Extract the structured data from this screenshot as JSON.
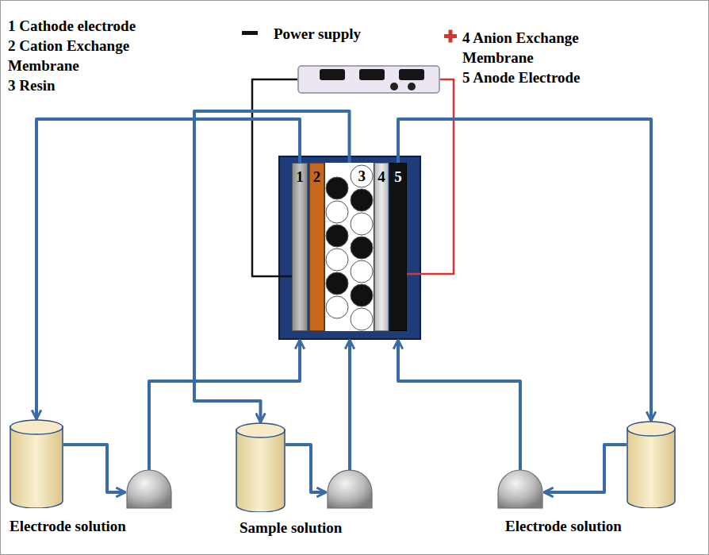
{
  "diagram": {
    "nodes": [
      {
        "text": [
          "Power supply"
        ]
      },
      {
        "text": [
          "1"
        ]
      },
      {
        "text": [
          "2"
        ]
      },
      {
        "text": [
          "3"
        ]
      },
      {
        "text": [
          "4"
        ]
      },
      {
        "text": [
          "5"
        ]
      },
      {
        "text": [
          "Electrode solution"
        ]
      },
      {
        "text": [
          "Sample solution"
        ]
      },
      {
        "text": [
          "Electrode solution"
        ]
      }
    ],
    "edges": [
      {
        "from": 0,
        "to": 1,
        "arrow": "none"
      },
      {
        "from": 0,
        "to": 5,
        "arrow": "none"
      },
      {
        "from": 1,
        "to": 6,
        "arrow": "to"
      },
      {
        "from": 3,
        "to": 7,
        "arrow": "to"
      },
      {
        "from": 5,
        "to": 8,
        "arrow": "to"
      }
    ],
    "labels": [
      "1 Cathode electrode",
      "2 Cation Exchange Membrane",
      "3 Resin",
      "4 Anion Exchange Membrane",
      "5 Anode Electrode"
    ]
  }
}
